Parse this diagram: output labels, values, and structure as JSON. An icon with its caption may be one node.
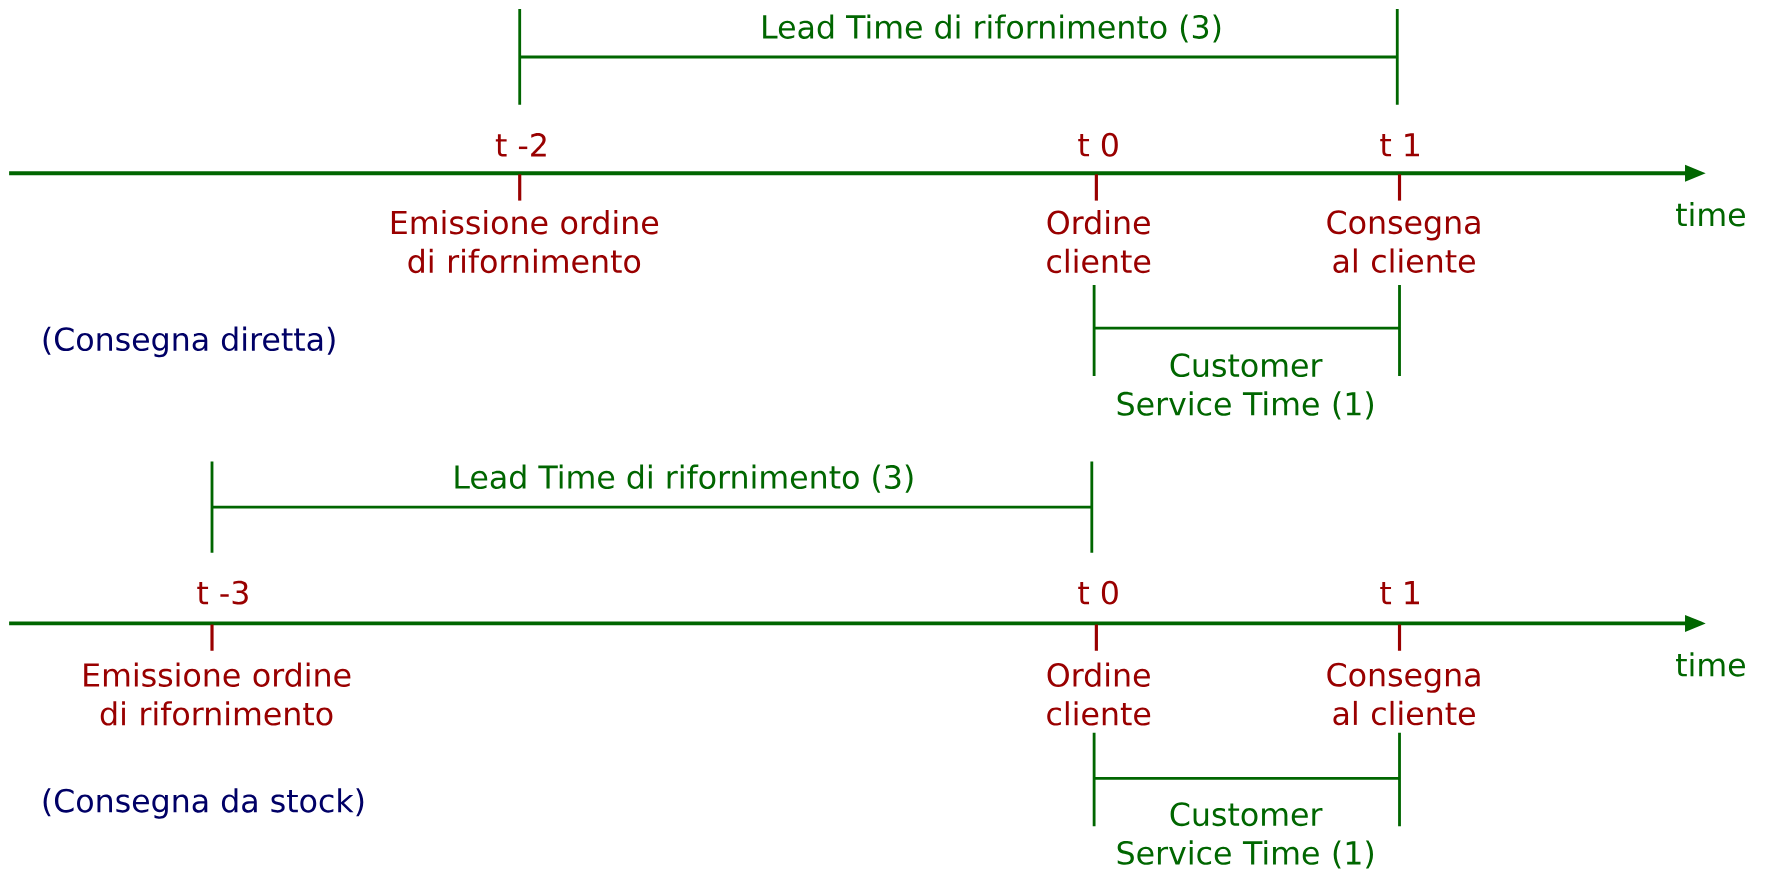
{
  "diagram": {
    "labels": [
      "Lead Time di rifornimento (3)",
      "t -2",
      "t 0",
      "t 1",
      "Emissione ordine di rifornimento",
      "Ordine cliente",
      "Consegna al cliente",
      "time",
      "(Consegna diretta)",
      "Customer Service Time (1)",
      "Lead Time di rifornimento (3)",
      "t -3",
      "t 0",
      "t 1",
      "Emissione ordine di rifornimento",
      "Ordine cliente",
      "Consegna al cliente",
      "time",
      "(Consegna da stock)",
      "Customer Service Time (1)"
    ]
  }
}
